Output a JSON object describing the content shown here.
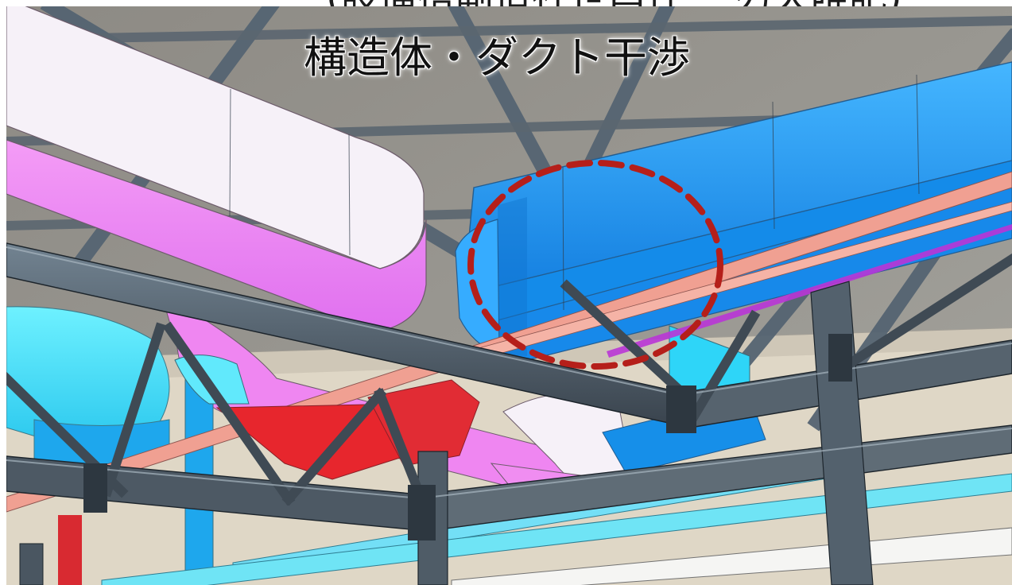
{
  "caption": "(設備搭副這社世昌住 一刃天唯記)",
  "title": "構造体・ダクト干渉",
  "callout": {
    "shape": "dashed-circle",
    "color": "#b51f1a"
  },
  "palette": {
    "structure": "#4e5b66",
    "structure_light": "#6f7c86",
    "ceiling": "#8e8c84",
    "duct_blue": "#1d9cf6",
    "duct_cyan": "#35d8f5",
    "duct_pink": "#ef7ff2",
    "duct_white": "#f6f1f7",
    "pipe_salmon": "#f2a08f",
    "pipe_red": "#e7262d",
    "wall": "#d9d2c1",
    "highlight_red": "#b51f1a"
  }
}
